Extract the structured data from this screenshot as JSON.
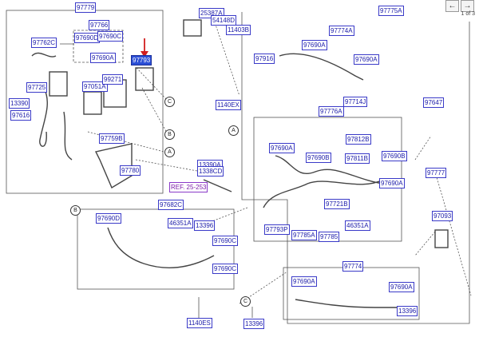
{
  "pager": {
    "text": "1 of 3",
    "prev_glyph": "←",
    "next_glyph": "→"
  },
  "callouts": {
    "A": "A",
    "B": "B",
    "C": "C"
  },
  "labels": {
    "p97779": "97779",
    "p97766": "97766",
    "p97762C": "97762C",
    "p97690D": "97690D",
    "p97690C": "97690C",
    "p97690A_1": "97690A",
    "p97793": "97793",
    "p97725": "97725",
    "p97051A": "97051A",
    "p99271": "99271",
    "p13390_1": "13390",
    "p97616": "97616",
    "p97759B": "97759B",
    "p97780": "97780",
    "p25387A": "25387A",
    "p54148D": "54148D",
    "p11403B": "11403B",
    "p97775A": "97775A",
    "p97774A": "97774A",
    "p97690A_2": "97690A",
    "p97916": "97916",
    "p97690A_3": "97690A",
    "p1140EX": "1140EX",
    "p97714J": "97714J",
    "p97776A": "97776A",
    "p97647": "97647",
    "p97690A_4": "97690A",
    "p97812B": "97812B",
    "p97690B_1": "97690B",
    "p97811B": "97811B",
    "p97690B_2": "97690B",
    "p13390A": "13390A",
    "p1338CD": "1338CD",
    "pREF": "REF. 25-253",
    "p97777": "97777",
    "p97690A_5": "97690A",
    "p97721B": "97721B",
    "p97093": "97093",
    "p97793P": "97793P",
    "p97785A": "97785A",
    "p97785": "97785",
    "p46351A_1": "46351A",
    "p97682C": "97682C",
    "p97690D_2": "97690D",
    "p46351A_2": "46351A",
    "p13396_1": "13396",
    "p97690C_2": "97690C",
    "p97690C_3": "97690C",
    "p97774": "97774",
    "p97690A_6": "97690A",
    "p97690A_7": "97690A",
    "p13396_2": "13396",
    "p1140ES": "1140ES",
    "p13396_3": "13396"
  },
  "colors": {
    "highlight": "#2b4fd6",
    "arrow": "#d21e1e",
    "label_text": "#1a1aa8"
  }
}
